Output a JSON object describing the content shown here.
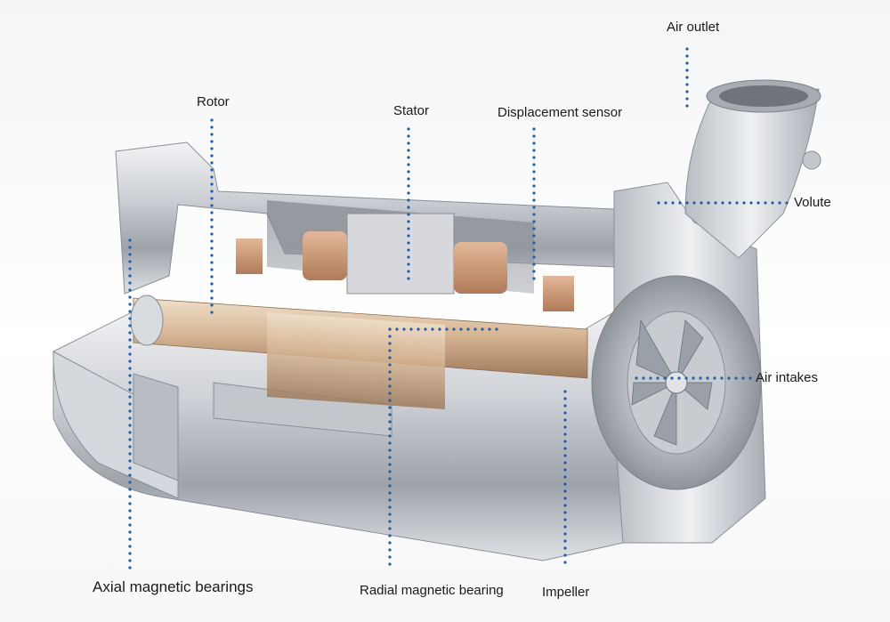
{
  "labels": {
    "air_outlet": "Air outlet",
    "rotor": "Rotor",
    "stator": "Stator",
    "displacement_sensor": "Displacement sensor",
    "volute": "Volute",
    "air_intakes": "Air intakes",
    "axial_magnetic_bearings": "Axial magnetic bearings",
    "radial_magnetic_bearing": "Radial magnetic bearing",
    "impeller": "Impeller"
  },
  "colors": {
    "leader_line": "#1f5fa8",
    "text": "#1a1a1a",
    "metal": "#c9ccd1",
    "copper": "#c89472"
  }
}
